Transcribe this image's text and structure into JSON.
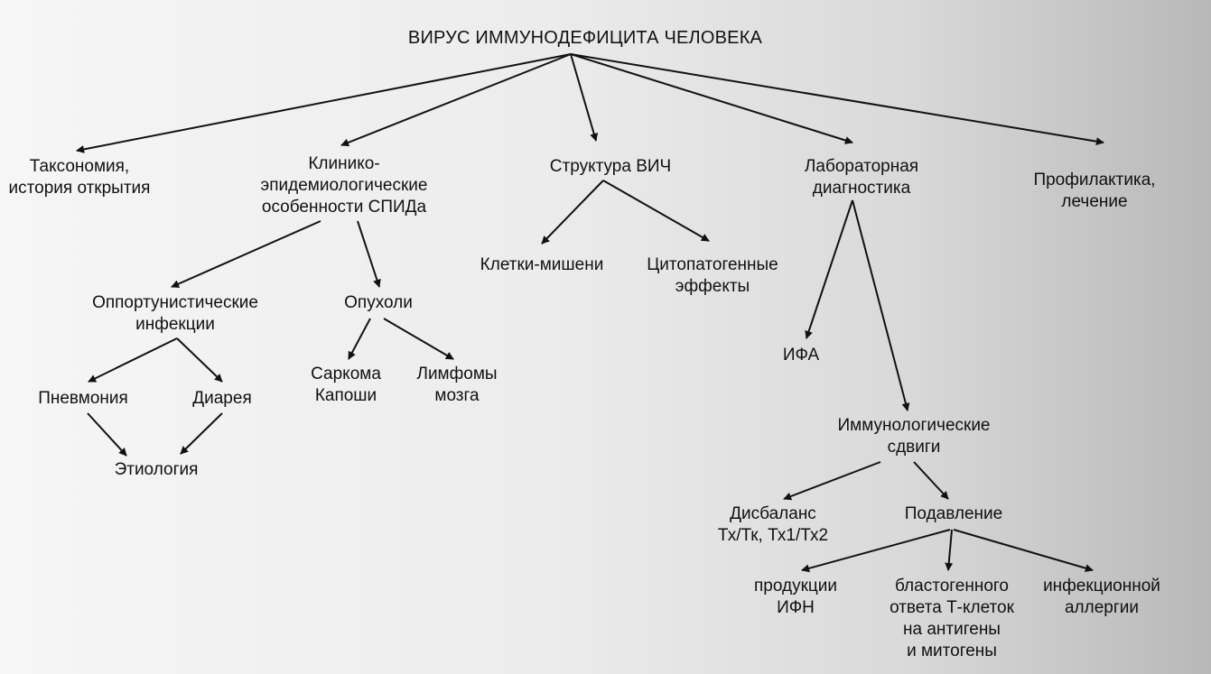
{
  "diagram": {
    "root": "ВИРУС ИММУНОДЕФИЦИТА ЧЕЛОВЕКА",
    "nodes": {
      "taxonomy": "Таксономия,\nистория открытия",
      "clinical": "Клинико-\nэпидемиологические\nособенности СПИДа",
      "structure": "Структура ВИЧ",
      "lab": "Лабораторная\nдиагностика",
      "prophylaxis": "Профилактика,\nлечение",
      "opportunistic": "Оппортунистические\nинфекции",
      "tumors": "Опухоли",
      "target_cells": "Клетки-мишени",
      "cytopathic": "Цитопатогенные\nэффекты",
      "ifa": "ИФА",
      "immuno": "Иммунологические\nсдвиги",
      "pneumonia": "Пневмония",
      "diarrhea": "Диарея",
      "etiology": "Этиология",
      "kaposi": "Саркома\nКапоши",
      "lymphoma": "Лимфомы\nмозга",
      "imbalance": "Дисбаланс\nТх/Тк, Тх1/Тх2",
      "suppression": "Подавление",
      "ifn": "продукции\nИФН",
      "blast": "бластогенного\nответа Т-клеток\nна антигены\nи митогены",
      "allergy": "инфекционной\nаллергии"
    }
  }
}
